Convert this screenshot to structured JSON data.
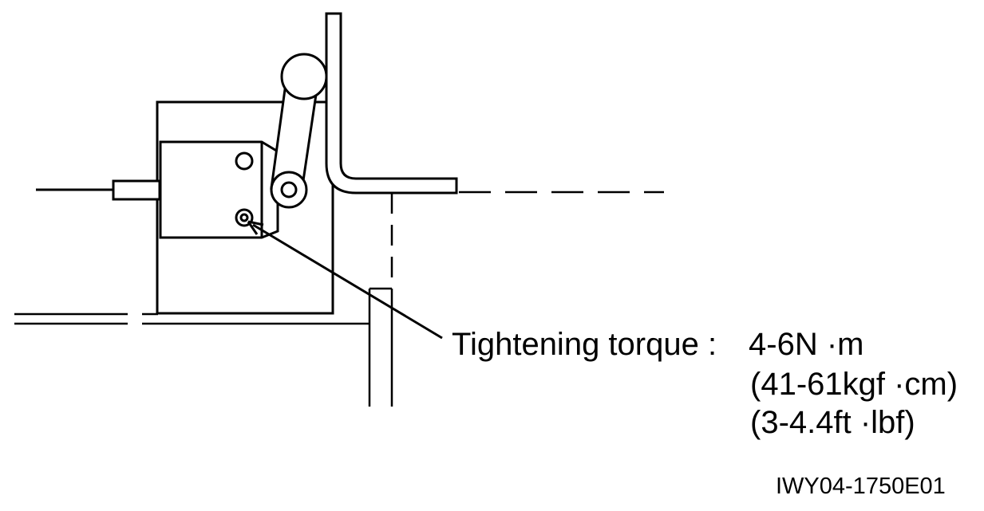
{
  "annotation": {
    "label": "Tightening torque :",
    "value_nm": "4-6N ·m",
    "value_kgfcm": "(41-61kgf ·cm)",
    "value_ftlbf": "(3-4.4ft ·lbf)"
  },
  "figure_code": "IWY04-1750E01"
}
